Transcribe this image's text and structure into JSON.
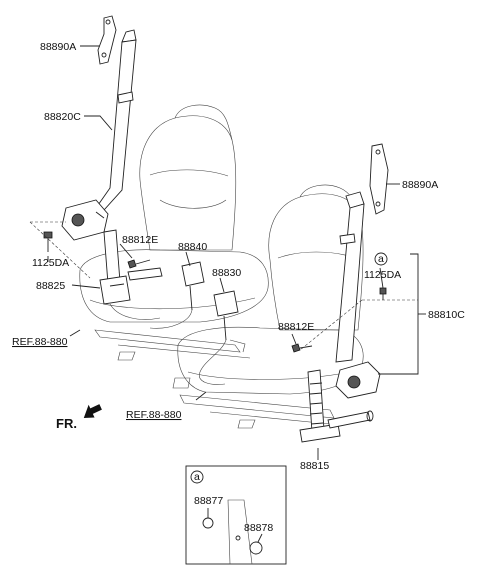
{
  "labels": {
    "p88890a_top": "88890A",
    "p88820c": "88820C",
    "p88812e_left": "88812E",
    "p88840": "88840",
    "p1125da_left": "1125DA",
    "p88825": "88825",
    "ref_left": "REF.88-880",
    "p88830": "88830",
    "p88890a_right": "88890A",
    "p1125da_right": "1125DA",
    "p88810c": "88810C",
    "p88812e_right": "88812E",
    "ref_right": "REF.88-880",
    "fr": "FR.",
    "p88815": "88815",
    "circle_a_main": "a",
    "circle_a_detail": "a",
    "p88877": "88877",
    "p88878": "88878"
  },
  "icons": {
    "front_arrow": "arrow-icon"
  }
}
